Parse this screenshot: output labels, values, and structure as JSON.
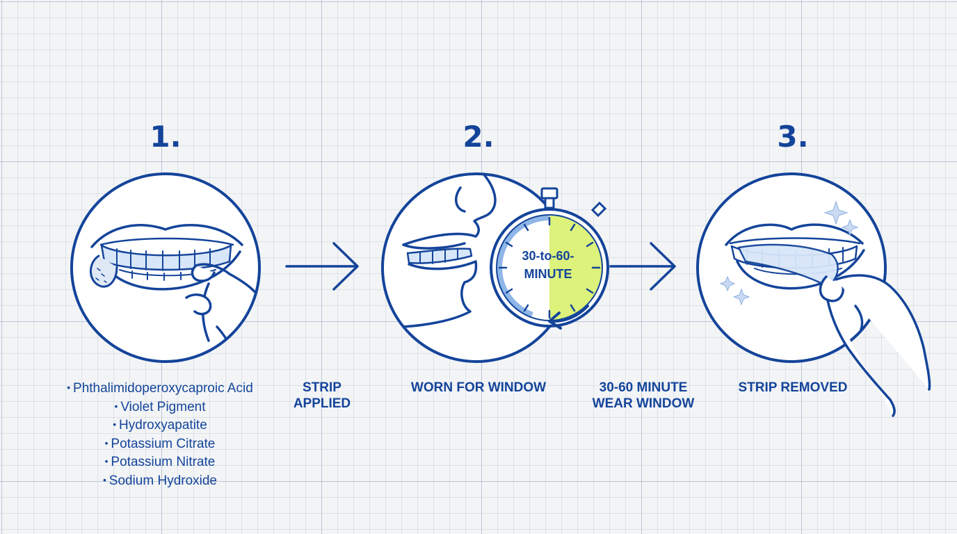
{
  "steps": [
    {
      "number": "1.",
      "caption": "STRIP\nAPPLIED"
    },
    {
      "number": "2.",
      "caption": "WORN FOR WINDOW",
      "timer_label": "30-to-60-\nMINUTE",
      "note": "30-60 MINUTE\nWEAR WINDOW"
    },
    {
      "number": "3.",
      "caption": "STRIP REMOVED"
    }
  ],
  "ingredients": [
    "Phthalimidoperoxycaproic Acid",
    "Violet Pigment",
    "Hydroxyapatite",
    "Potassium Citrate",
    "Potassium Nitrate",
    "Sodium Hydroxide"
  ],
  "colors": {
    "line": "#14449a",
    "accent": "#dcf27a",
    "strip": "#d7e6f8",
    "background": "#f2f4f6"
  },
  "icons": [
    "mouth-applying-strip-illustration",
    "face-wearing-strip-illustration",
    "stopwatch-icon",
    "mouth-removing-strip-illustration",
    "arrow-right-icon",
    "sparkle-icon"
  ]
}
